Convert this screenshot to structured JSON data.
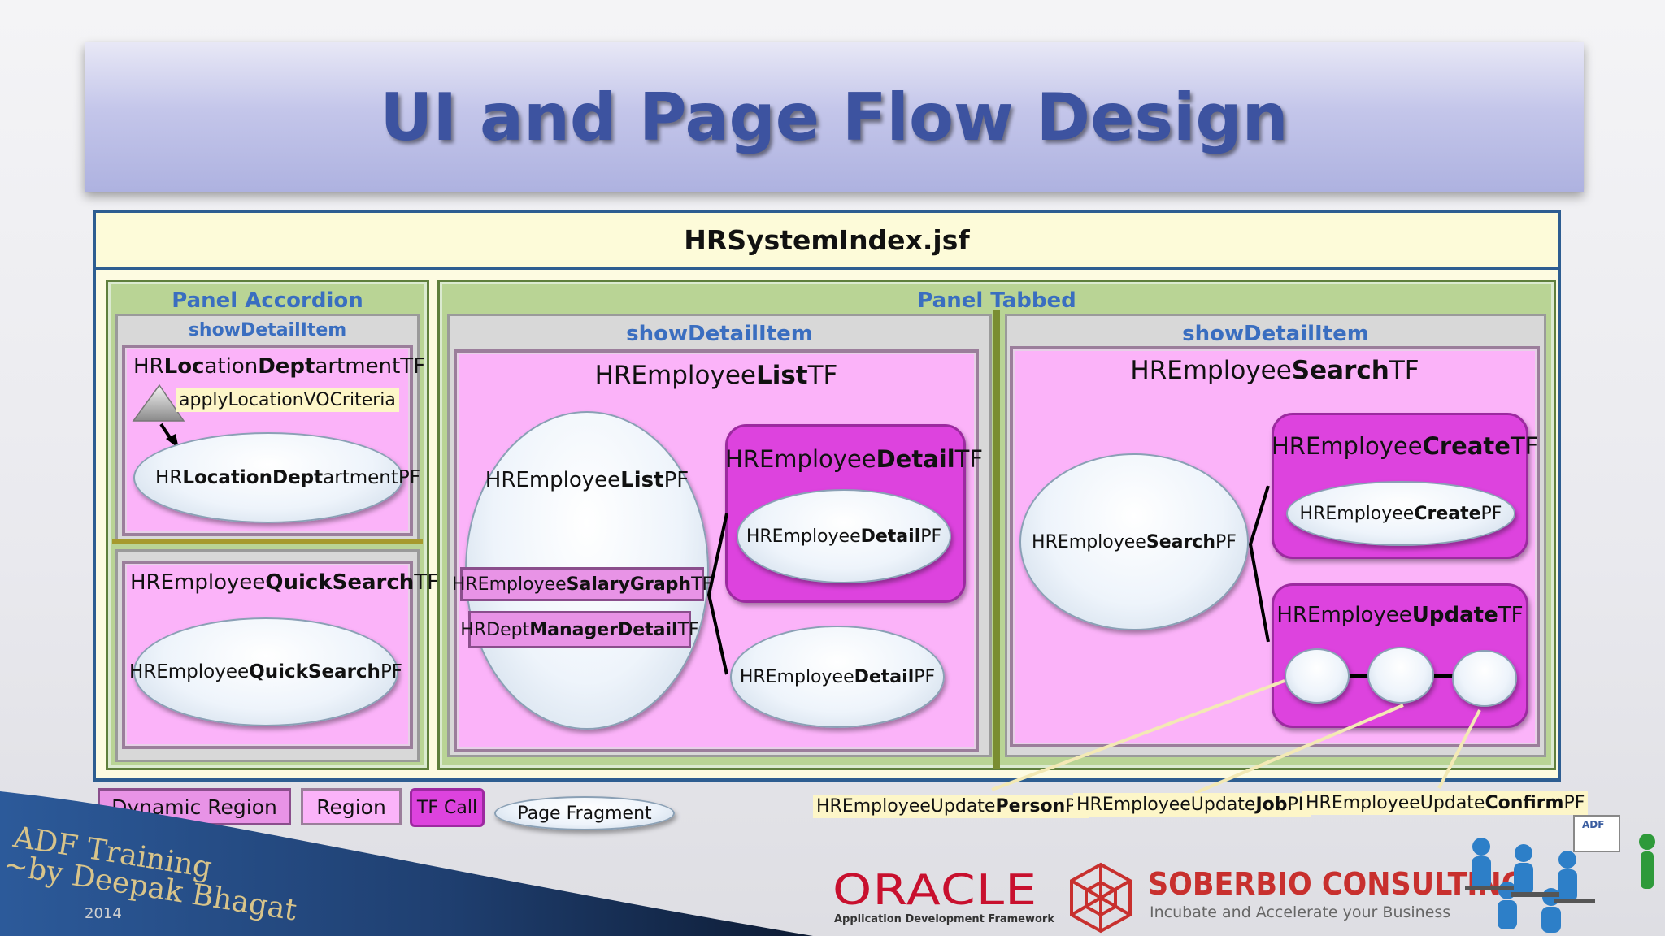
{
  "slide": {
    "title": "UI and Page Flow Design"
  },
  "index": {
    "label": "HRSystemIndex.jsf"
  },
  "accordion": {
    "title": "Panel Accordion",
    "item_label": "showDetailItem",
    "tf1": {
      "label_parts": [
        "HR",
        "Loc",
        "ation",
        "Dept",
        "artmentTF"
      ]
    },
    "criteria_label": "applyLocationVOCriteria",
    "pf1": {
      "label_parts": [
        "HR",
        "Location",
        "Dept",
        "artmentPF"
      ]
    },
    "tf2": {
      "label_parts": [
        "HREmployee",
        "QuickSearch",
        "TF"
      ]
    },
    "pf2": {
      "label_parts": [
        "HREmployee",
        "QuickSearch",
        "PF"
      ]
    }
  },
  "tabbed": {
    "title": "Panel Tabbed",
    "list_tab": {
      "item_label": "showDetailItem",
      "tf": {
        "label_parts": [
          "HREmployee",
          "List",
          "TF"
        ]
      },
      "list_pf": {
        "label_parts": [
          "HREmployee",
          "List",
          "PF"
        ]
      },
      "salary_region": {
        "label_parts": [
          "HREmployee",
          "SalaryGraph",
          "TF"
        ]
      },
      "manager_region": {
        "label_parts": [
          "HRDept",
          "ManagerDetail",
          "TF"
        ]
      },
      "detail_tf": {
        "label_parts": [
          "HREmployee",
          "Detail",
          "TF"
        ]
      },
      "detail_pf_inner": {
        "label_parts": [
          "HREmployee",
          "Detail",
          "PF"
        ]
      },
      "detail_pf": {
        "label_parts": [
          "HREmployee",
          "Detail",
          "PF"
        ]
      }
    },
    "search_tab": {
      "item_label": "showDetailItem",
      "tf": {
        "label_parts": [
          "HREmployee",
          "Search",
          "TF"
        ]
      },
      "search_pf": {
        "label_parts": [
          "HREmployee",
          "Search",
          "PF"
        ]
      },
      "create_tf": {
        "label_parts": [
          "HREmployee",
          "Create",
          "TF"
        ]
      },
      "create_pf": {
        "label_parts": [
          "HREmployee",
          "Create",
          "PF"
        ]
      },
      "update_tf": {
        "label_parts": [
          "HREmployee",
          "Update",
          "TF"
        ]
      }
    }
  },
  "callouts": {
    "person": {
      "label_parts": [
        "HREmployeeUpdate",
        "Person",
        "PF"
      ]
    },
    "job": {
      "label_parts": [
        "HREmployeeUpdate",
        "Job",
        "PF"
      ]
    },
    "confirm": {
      "label_parts": [
        "HREmployeeUpdate",
        "Confirm",
        "PF"
      ]
    }
  },
  "legend": {
    "dynamic_region": "Dynamic Region",
    "region": "Region",
    "tf_call": "TF Call",
    "page_fragment": "Page Fragment"
  },
  "branding": {
    "watermark_line1": "ADF Training",
    "watermark_line2": "~by Deepak Bhagat",
    "year": "2014",
    "oracle": "ORACLE",
    "oracle_sub": "Application Development Framework",
    "soberbio": "SOBERBIO CONSULTING",
    "soberbio_sub": "Incubate and Accelerate your Business",
    "adf_board": "ADF"
  },
  "colors": {
    "title": "#3d53a0",
    "header_blue": "#3a6ec0",
    "panel_green": "#b9d495",
    "pink": "#fbb3f9",
    "magenta": "#dd43de",
    "oracle_red": "#c8102e"
  }
}
